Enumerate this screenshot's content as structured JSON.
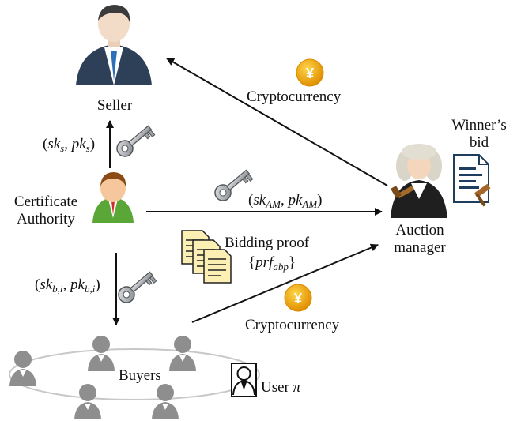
{
  "nodes": {
    "seller": {
      "label": "Seller"
    },
    "certificate_authority": {
      "line1": "Certificate",
      "line2": "Authority"
    },
    "auction_manager": {
      "line1": "Auction",
      "line2": "manager"
    },
    "winners_bid": {
      "line1": "Winner’s",
      "line2": "bid"
    },
    "buyers": {
      "label": "Buyers"
    },
    "user": {
      "text": "User ",
      "symbol": "π"
    }
  },
  "edges": {
    "crypto_top": {
      "label": "Cryptocurrency",
      "coin_symbol": "¥"
    },
    "crypto_bottom": {
      "label": "Cryptocurrency",
      "coin_symbol": "¥"
    },
    "bidding_proof": {
      "title": "Bidding proof",
      "open": "{",
      "var": "prf",
      "sub": "abp",
      "close": "}"
    }
  },
  "keys": {
    "seller": {
      "open": "(",
      "sk": "sk",
      "sk_sub": "s",
      "sep": ", ",
      "pk": "pk",
      "pk_sub": "s",
      "close": ")"
    },
    "am": {
      "open": "(",
      "sk": "sk",
      "sk_sub": "AM",
      "sep": ", ",
      "pk": "pk",
      "pk_sub": "AM",
      "close": ")"
    },
    "buyer": {
      "open": "(",
      "sk": "sk",
      "sk_sub": "b,i",
      "sep": ", ",
      "pk": "pk",
      "pk_sub": "b,i",
      "close": ")"
    }
  },
  "colors": {
    "arrow": "#111111",
    "coin": "#f2a300",
    "coin_dark": "#d98a00",
    "key": "#9aa0a6",
    "buyer": "#8e8e8e",
    "ellipse": "#c8c8c8",
    "suit": "#2e3f58",
    "ca_suit": "#5aa637",
    "paper": "#fbefb4"
  }
}
